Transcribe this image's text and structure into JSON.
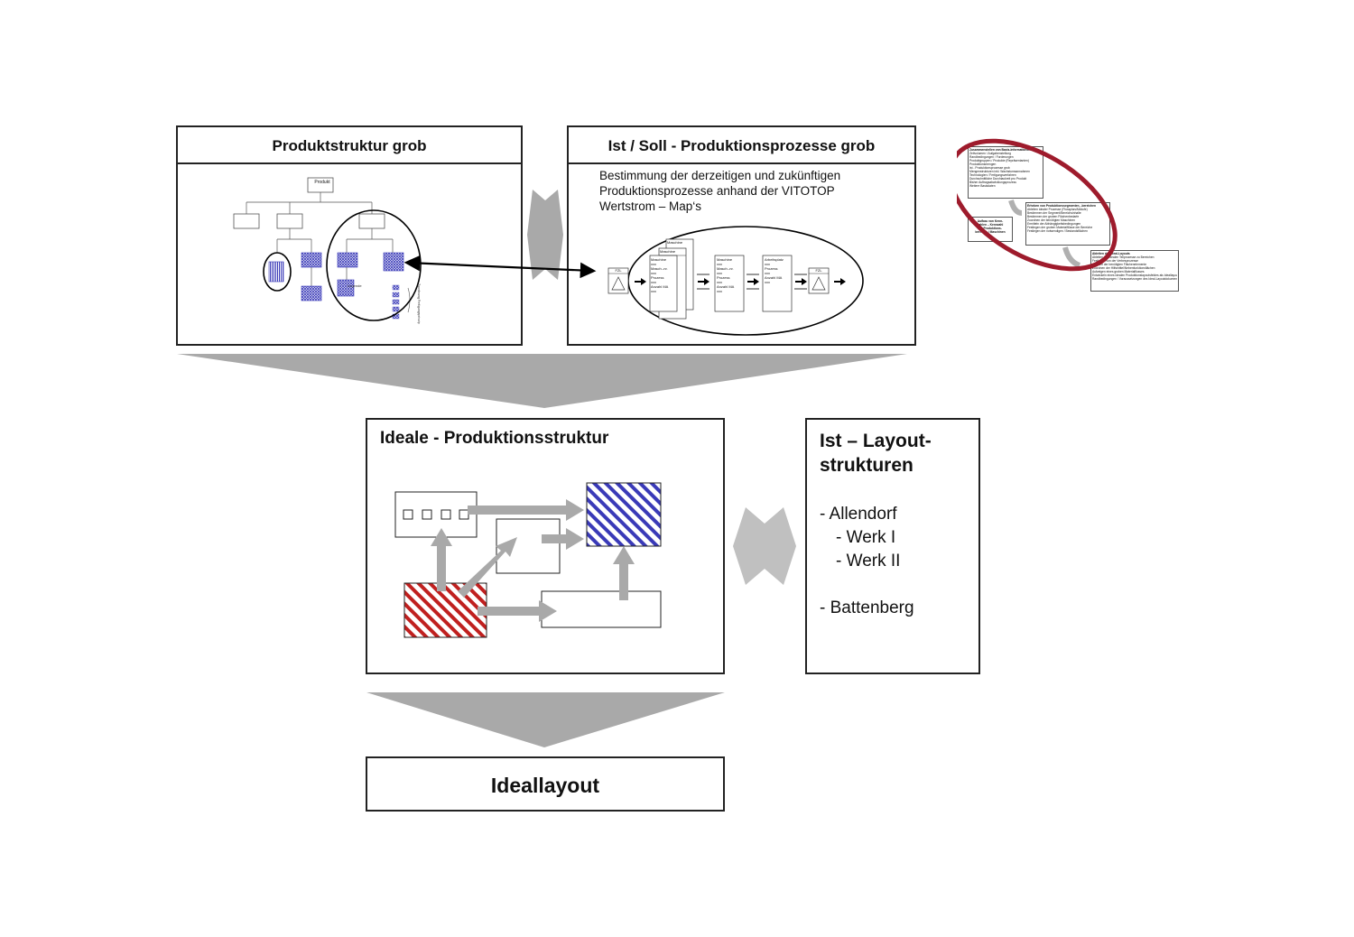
{
  "panel_product": {
    "title": "Produktstruktur grob",
    "root_label": "Produkt",
    "legend_label": "Legende",
    "side_note": "Zuordnung Fertigungsprinzip"
  },
  "panel_process": {
    "title": "Ist / Soll - Produktionsprozesse grob",
    "desc_lines": [
      "Bestimmung der derzeitigen und zukünftigen",
      "Produktionsprozesse anhand der VITOTOP",
      "Wertstrom – Map‘s"
    ],
    "fzl_label": "FZL",
    "stack_top": "Maschine",
    "stack_mid": "Maschine",
    "card1_lines": [
      "Maschine",
      "xxx",
      "Masch.-nr.",
      "xxx",
      "Prozess",
      "xxx",
      "Anzahl MA",
      "xxx"
    ],
    "card2_lines": [
      "Maschine",
      "xxx",
      "Masch.-nr.",
      "xxx",
      "Prozess",
      "xxx",
      "Anzahl MA",
      "xxx"
    ],
    "card3_lines": [
      "Arbeitsplatz",
      "xxx",
      "Prozess",
      "xxx",
      "Anzahl MA",
      "xxx"
    ]
  },
  "panel_ideal": {
    "title": "Ideale - Produktionsstruktur"
  },
  "panel_layout": {
    "title_line1": "Ist – Layout-",
    "title_line2": "strukturen",
    "items": [
      "- Allendorf",
      "- Werk I",
      "- Werk II",
      "- Battenberg"
    ]
  },
  "panel_final": {
    "title": "Ideallayout"
  },
  "thumbnail": {
    "box1_title": "Zusammenstellen von Basis-Informationen",
    "box1_lines": [
      "Zeitvolumen / Aufgabenstellung",
      "Randbedingungen / Forderungen",
      "Produktgruppen / Produkte (Repräsentanten)",
      "Produktionsmengen",
      "Ist - Produktionsprozesse grob",
      "Mengenstrukturen inkl. Wachstumsannahmen",
      "Technologien / Fertigungsverfahren",
      "Durchschnittliche Durchlaufzeit pro Produkt",
      "Bisher Auftragsabwicklungsprozess",
      "Weitere Basisdaten"
    ],
    "box2_title": "Erheben von Produktionssegmenten, -bereichen",
    "box2_lines": [
      "Ableiten idealer Prozesse (Flussplan/Abläufe)",
      "Bestimmen der Segment/Bereichsinhalte",
      "Bestimmen der groben Flächenbedarfe",
      "Zuordnen der benötigten Maschinen",
      "Ermitteln der Abhängigkeitsbedingungen",
      "Festlegen der groben Materialflüsse der Bereiche",
      "Festlegen der notwendigen / Bestandsflächen"
    ],
    "box3_lines": [
      "Aufbau von Kenn-",
      "zahlen – Kennzahl",
      "für Produktions-",
      "bereiche / Maschinen"
    ],
    "box4_title": "Ableiten des Ideal-Layouts",
    "box4_lines": [
      "Ableiten der idealen Teilprozesse zu Bereichen",
      "Festlegen von der Verbesprozesse",
      "Ableiten der benötigten Flächenelemente",
      "Zuordnen der Hilfsmittel/Nebenfunktionsflächen",
      "Aufzeigen eines groben Materialflusses",
      "Entwickeln eines idealen Produktionslayoutsfeldes als Ideallayout",
      "Randbedingungen / Voraussetzungen des Ideal-Layoutdokumentes"
    ]
  },
  "colors": {
    "arrow_gray": "#a9a9a9",
    "hatch_red": "#c0201f",
    "hatch_blue": "#3a3ab8",
    "ellipse_red": "#9e1b2c"
  }
}
